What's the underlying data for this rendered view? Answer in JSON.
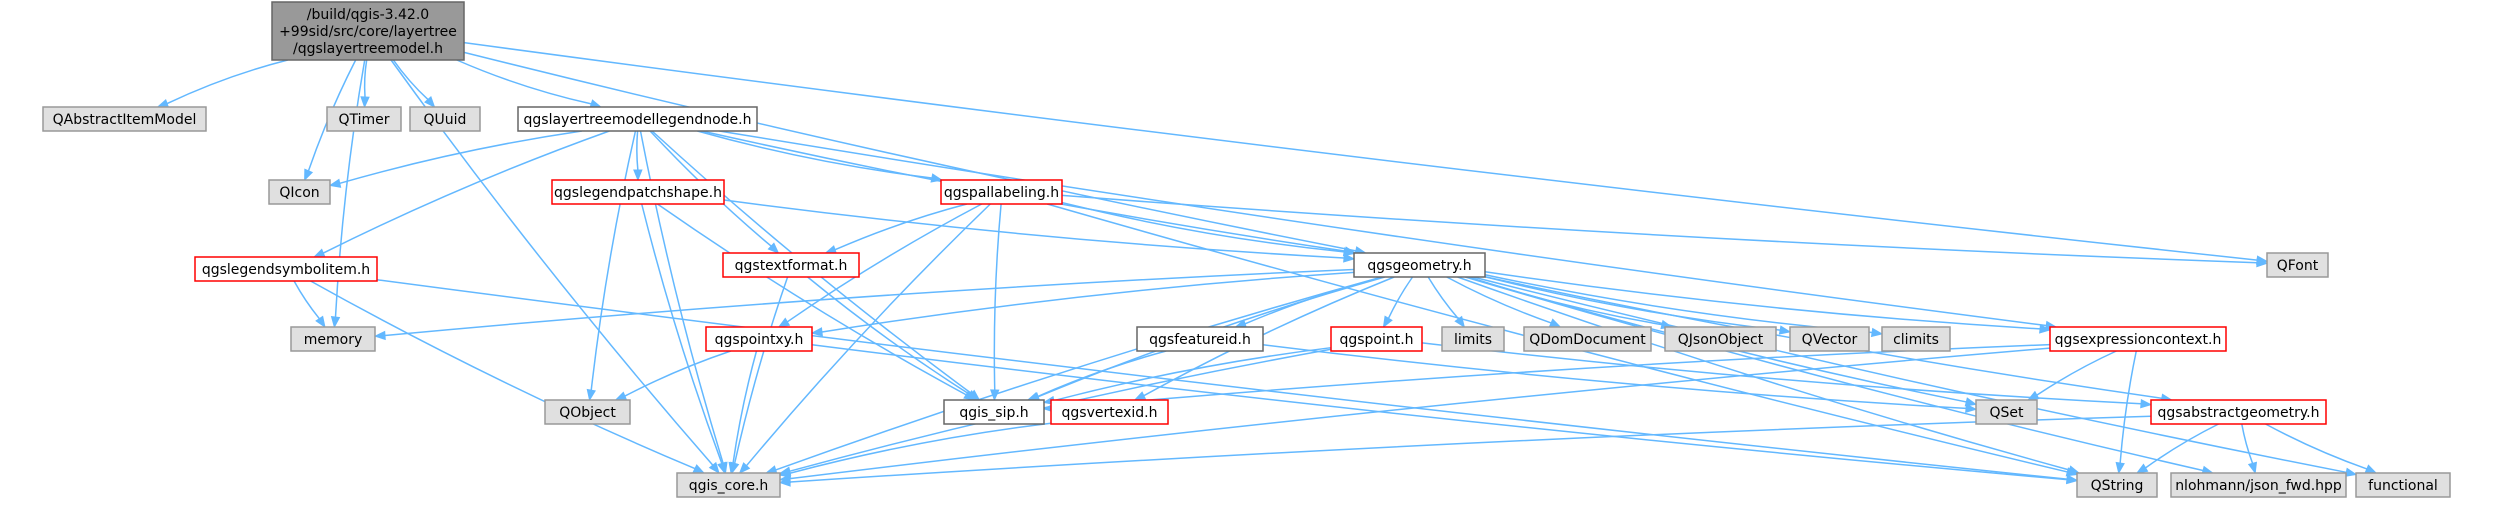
{
  "colors": {
    "root_fill": "#999999",
    "root_border": "#666666",
    "header_fill": "#ffffff",
    "header_border": "#666666",
    "internal_border": "#ff0000",
    "external_fill": "#e0e0e0",
    "external_border": "#999999",
    "edge": "#63b8ff"
  },
  "nodes": [
    {
      "id": "root",
      "kind": "root",
      "lines": [
        "/build/qgis-3.42.0",
        "+99sid/src/core/layertree",
        "/qgslayertreemodel.h"
      ]
    },
    {
      "id": "qabstractitemmodel",
      "kind": "external",
      "lines": [
        "QAbstractItemModel"
      ]
    },
    {
      "id": "qtimer",
      "kind": "external",
      "lines": [
        "QTimer"
      ]
    },
    {
      "id": "quuid",
      "kind": "external",
      "lines": [
        "QUuid"
      ]
    },
    {
      "id": "legendnode",
      "kind": "header",
      "lines": [
        "qgslayertreemodellegendnode.h"
      ]
    },
    {
      "id": "qicon",
      "kind": "external",
      "lines": [
        "QIcon"
      ]
    },
    {
      "id": "legendpatchshape",
      "kind": "internal",
      "lines": [
        "qgslegendpatchshape.h"
      ]
    },
    {
      "id": "pallabeling",
      "kind": "internal",
      "lines": [
        "qgspallabeling.h"
      ]
    },
    {
      "id": "qfont",
      "kind": "external",
      "lines": [
        "QFont"
      ]
    },
    {
      "id": "legendsymbolitem",
      "kind": "internal",
      "lines": [
        "qgslegendsymbolitem.h"
      ]
    },
    {
      "id": "textformat",
      "kind": "internal",
      "lines": [
        "qgstextformat.h"
      ]
    },
    {
      "id": "geometry",
      "kind": "header",
      "lines": [
        "qgsgeometry.h"
      ]
    },
    {
      "id": "memory",
      "kind": "external",
      "lines": [
        "memory"
      ]
    },
    {
      "id": "pointxy",
      "kind": "internal",
      "lines": [
        "qgspointxy.h"
      ]
    },
    {
      "id": "featureid",
      "kind": "header",
      "lines": [
        "qgsfeatureid.h"
      ]
    },
    {
      "id": "point",
      "kind": "internal",
      "lines": [
        "qgspoint.h"
      ]
    },
    {
      "id": "limits",
      "kind": "external",
      "lines": [
        "limits"
      ]
    },
    {
      "id": "qdomdocument",
      "kind": "external",
      "lines": [
        "QDomDocument"
      ]
    },
    {
      "id": "qjsonobject",
      "kind": "external",
      "lines": [
        "QJsonObject"
      ]
    },
    {
      "id": "qvector",
      "kind": "external",
      "lines": [
        "QVector"
      ]
    },
    {
      "id": "climits",
      "kind": "external",
      "lines": [
        "climits"
      ]
    },
    {
      "id": "expressioncontext",
      "kind": "internal",
      "lines": [
        "qgsexpressioncontext.h"
      ]
    },
    {
      "id": "qobject",
      "kind": "external",
      "lines": [
        "QObject"
      ]
    },
    {
      "id": "sip",
      "kind": "header",
      "lines": [
        "qgis_sip.h"
      ]
    },
    {
      "id": "vertexid",
      "kind": "internal",
      "lines": [
        "qgsvertexid.h"
      ]
    },
    {
      "id": "qset",
      "kind": "external",
      "lines": [
        "QSet"
      ]
    },
    {
      "id": "abstractgeometry",
      "kind": "internal",
      "lines": [
        "qgsabstractgeometry.h"
      ]
    },
    {
      "id": "core",
      "kind": "external",
      "lines": [
        "qgis_core.h"
      ]
    },
    {
      "id": "qstring",
      "kind": "external",
      "lines": [
        "QString"
      ]
    },
    {
      "id": "json",
      "kind": "external",
      "lines": [
        "nlohmann/json_fwd.hpp"
      ]
    },
    {
      "id": "functional",
      "kind": "external",
      "lines": [
        "functional"
      ]
    }
  ],
  "edges": [
    [
      "root",
      "qabstractitemmodel"
    ],
    [
      "root",
      "qtimer"
    ],
    [
      "root",
      "quuid"
    ],
    [
      "root",
      "legendnode"
    ],
    [
      "root",
      "qicon"
    ],
    [
      "root",
      "memory"
    ],
    [
      "root",
      "core"
    ],
    [
      "root",
      "geometry"
    ],
    [
      "root",
      "qfont"
    ],
    [
      "legendnode",
      "qicon"
    ],
    [
      "legendnode",
      "legendpatchshape"
    ],
    [
      "legendnode",
      "pallabeling"
    ],
    [
      "legendnode",
      "legendsymbolitem"
    ],
    [
      "legendnode",
      "textformat"
    ],
    [
      "legendnode",
      "qobject"
    ],
    [
      "legendnode",
      "core"
    ],
    [
      "legendnode",
      "sip"
    ],
    [
      "legendnode",
      "geometry"
    ],
    [
      "legendnode",
      "expressioncontext"
    ],
    [
      "legendpatchshape",
      "geometry"
    ],
    [
      "legendpatchshape",
      "core"
    ],
    [
      "legendpatchshape",
      "sip"
    ],
    [
      "pallabeling",
      "textformat"
    ],
    [
      "pallabeling",
      "geometry"
    ],
    [
      "pallabeling",
      "pointxy"
    ],
    [
      "pallabeling",
      "sip"
    ],
    [
      "pallabeling",
      "core"
    ],
    [
      "pallabeling",
      "qfont"
    ],
    [
      "pallabeling",
      "qstring"
    ],
    [
      "legendsymbolitem",
      "memory"
    ],
    [
      "legendsymbolitem",
      "core"
    ],
    [
      "legendsymbolitem",
      "qstring"
    ],
    [
      "textformat",
      "sip"
    ],
    [
      "textformat",
      "core"
    ],
    [
      "geometry",
      "memory"
    ],
    [
      "geometry",
      "pointxy"
    ],
    [
      "geometry",
      "featureid"
    ],
    [
      "geometry",
      "point"
    ],
    [
      "geometry",
      "limits"
    ],
    [
      "geometry",
      "qdomdocument"
    ],
    [
      "geometry",
      "qjsonobject"
    ],
    [
      "geometry",
      "qvector"
    ],
    [
      "geometry",
      "climits"
    ],
    [
      "geometry",
      "expressioncontext"
    ],
    [
      "geometry",
      "qset"
    ],
    [
      "geometry",
      "sip"
    ],
    [
      "geometry",
      "vertexid"
    ],
    [
      "geometry",
      "core"
    ],
    [
      "geometry",
      "abstractgeometry"
    ],
    [
      "geometry",
      "qstring"
    ],
    [
      "geometry",
      "json"
    ],
    [
      "geometry",
      "functional"
    ],
    [
      "pointxy",
      "qobject"
    ],
    [
      "pointxy",
      "core"
    ],
    [
      "pointxy",
      "qstring"
    ],
    [
      "featureid",
      "sip"
    ],
    [
      "featureid",
      "qset"
    ],
    [
      "point",
      "sip"
    ],
    [
      "point",
      "core"
    ],
    [
      "point",
      "abstractgeometry"
    ],
    [
      "expressioncontext",
      "qset"
    ],
    [
      "expressioncontext",
      "qstring"
    ],
    [
      "expressioncontext",
      "core"
    ],
    [
      "expressioncontext",
      "sip"
    ],
    [
      "vertexid",
      "core"
    ],
    [
      "abstractgeometry",
      "core"
    ],
    [
      "abstractgeometry",
      "qstring"
    ],
    [
      "abstractgeometry",
      "json"
    ],
    [
      "abstractgeometry",
      "functional"
    ]
  ]
}
